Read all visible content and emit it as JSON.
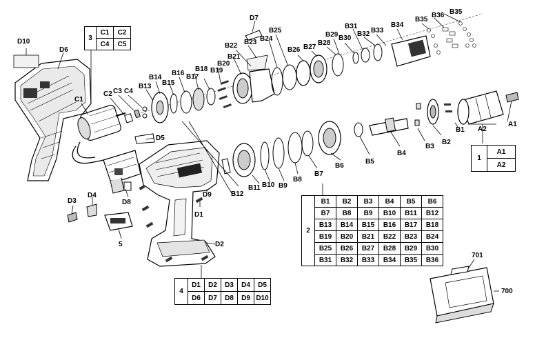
{
  "callouts": {
    "A1": "A1",
    "A2": "A2",
    "B1": "B1",
    "B2": "B2",
    "B3": "B3",
    "B4": "B4",
    "B5": "B5",
    "B6": "B6",
    "B7": "B7",
    "B8": "B8",
    "B9": "B9",
    "B10": "B10",
    "B11": "B11",
    "B12": "B12",
    "B13": "B13",
    "B14": "B14",
    "B15": "B15",
    "B16": "B16",
    "B17": "B17",
    "B18": "B18",
    "B19": "B19",
    "B20": "B20",
    "B21": "B21",
    "B22": "B22",
    "B23": "B23",
    "B24": "B24",
    "B25": "B25",
    "B26": "B26",
    "B27": "B27",
    "B28": "B28",
    "B29": "B29",
    "B30": "B30",
    "B31": "B31",
    "B32": "B32",
    "B33": "B33",
    "B34": "B34",
    "B35a": "B35",
    "B35b": "B35",
    "B36": "B36",
    "C1": "C1",
    "C2": "C2",
    "C3": "C3",
    "C4": "C4",
    "D1": "D1",
    "D2": "D2",
    "D3": "D3",
    "D4": "D4",
    "D5": "D5",
    "D6": "D6",
    "D7": "D7",
    "D8": "D8",
    "D9": "D9",
    "D10": "D10",
    "n5": "5",
    "n700": "700",
    "n701": "701"
  },
  "kit_tables": {
    "kit1": {
      "group": "1",
      "rows": [
        [
          "A1"
        ],
        [
          "A2"
        ]
      ]
    },
    "kit2": {
      "group": "2",
      "rows": [
        [
          "B1",
          "B2",
          "B3",
          "B4",
          "B5",
          "B6"
        ],
        [
          "B7",
          "B8",
          "B9",
          "B10",
          "B11",
          "B12"
        ],
        [
          "B13",
          "B14",
          "B15",
          "B16",
          "B17",
          "B18"
        ],
        [
          "B19",
          "B20",
          "B21",
          "B22",
          "B23",
          "B24"
        ],
        [
          "B25",
          "B26",
          "B27",
          "B28",
          "B29",
          "B30"
        ],
        [
          "B31",
          "B32",
          "B33",
          "B34",
          "B35",
          "B36"
        ]
      ]
    },
    "kit3": {
      "group": "3",
      "rows": [
        [
          "C1",
          "C2"
        ],
        [
          "C4",
          "C5"
        ]
      ]
    },
    "kit4": {
      "group": "4",
      "rows": [
        [
          "D1",
          "D2",
          "D3",
          "D4",
          "D5"
        ],
        [
          "D6",
          "D7",
          "D8",
          "D9",
          "D10"
        ]
      ]
    }
  }
}
